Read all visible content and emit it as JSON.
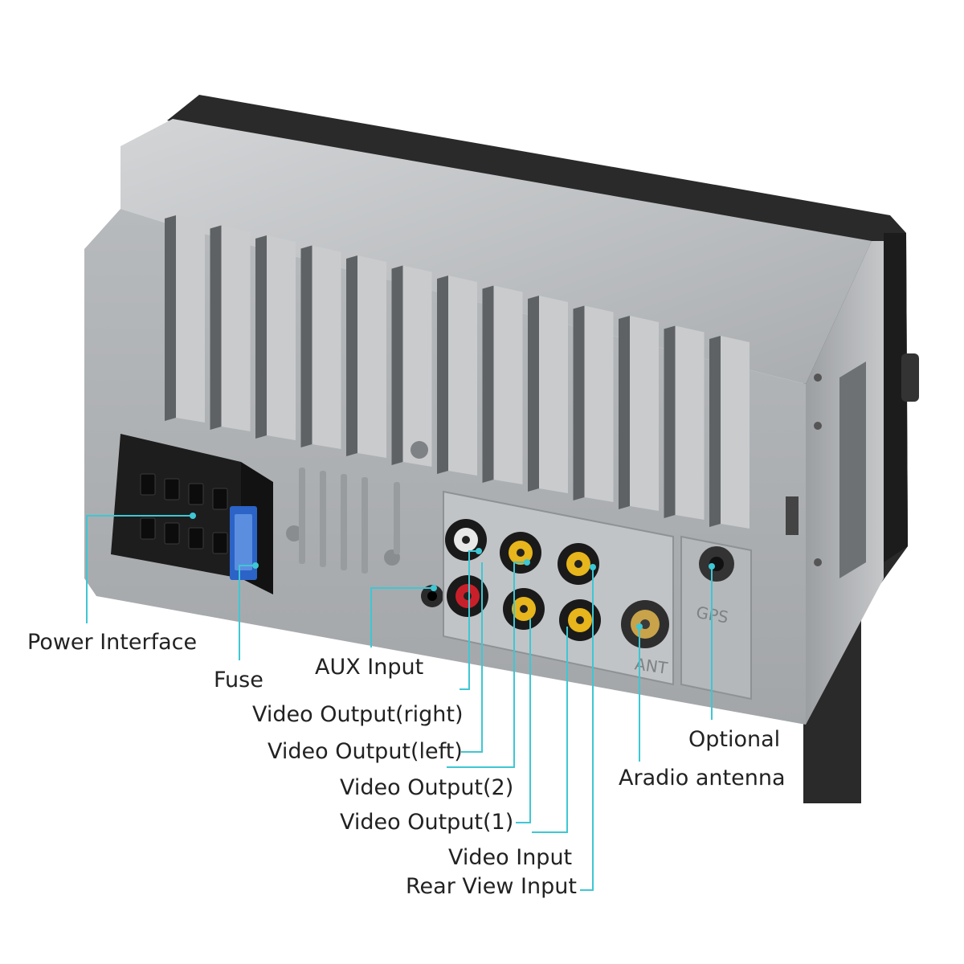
{
  "callouts": {
    "power_interface": "Power Interface",
    "fuse": "Fuse",
    "aux_input": "AUX Input",
    "video_output_right": "Video Output(right)",
    "video_output_left": "Video Output(left)",
    "video_output_2": "Video Output(2)",
    "video_output_1": "Video Output(1)",
    "video_input": "Video Input",
    "rear_view_input": "Rear View Input",
    "optional": "Optional",
    "aradio_antenna": "Aradio antenna"
  },
  "panel_marks": {
    "gps": "GPS",
    "ant": "ANT"
  },
  "colors": {
    "leader_line": "#3ec7d4",
    "housing": "#b9bcbf",
    "housing_dark": "#8d9093",
    "front_bezel": "#2a2a2a",
    "connector": "#1d1d1d",
    "fuse": "#2b63c7",
    "rca_red": "#c8202a",
    "rca_white": "#e8e8e8",
    "rca_yellow": "#e7b51c"
  }
}
